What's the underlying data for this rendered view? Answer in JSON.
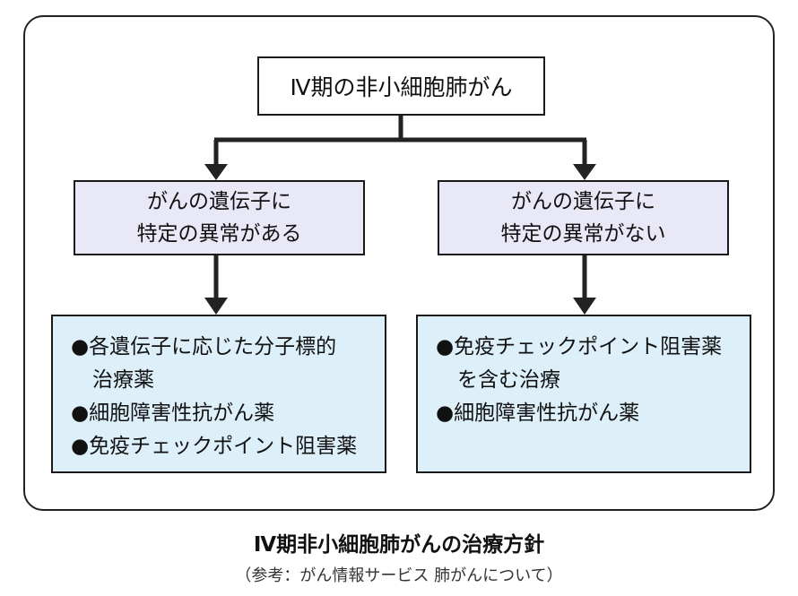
{
  "root": {
    "label": "Ⅳ期の非小細胞肺がん"
  },
  "branches": [
    {
      "condition": [
        "がんの遺伝子に",
        "特定の異常がある"
      ],
      "treatments": [
        [
          "●各遺伝子に応じた分子標的",
          "治療薬"
        ],
        [
          "●細胞障害性抗がん薬"
        ],
        [
          "●免疫チェックポイント阻害薬"
        ]
      ]
    },
    {
      "condition": [
        "がんの遺伝子に",
        "特定の異常がない"
      ],
      "treatments": [
        [
          "●免疫チェックポイント阻害薬",
          "を含む治療"
        ],
        [
          "●細胞障害性抗がん薬"
        ]
      ]
    }
  ],
  "caption": {
    "title": "Ⅳ期非小細胞肺がんの治療方針",
    "source": "（参考：がん情報サービス 肺がんについて）"
  },
  "colors": {
    "condition_fill": "#e8e8f6",
    "treatment_fill": "#ddf0fa",
    "line": "#222222"
  }
}
